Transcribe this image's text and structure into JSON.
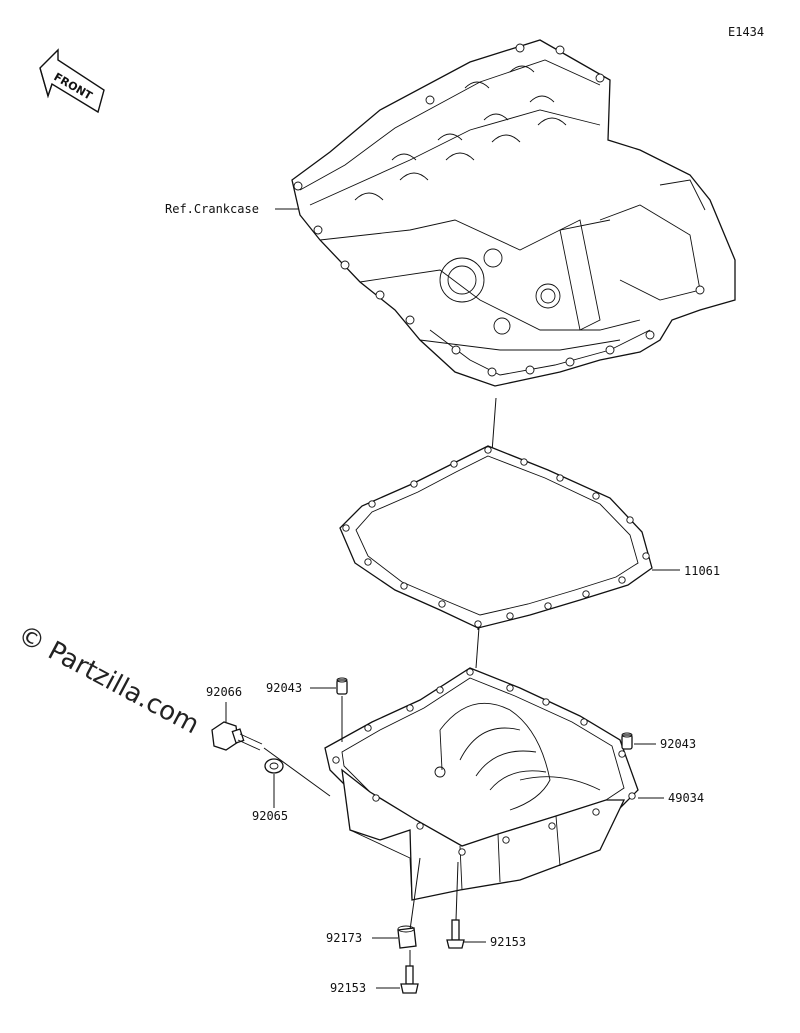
{
  "diagram_id": "E1434",
  "front_label": "FRONT",
  "watermark": "© Partzilla.com",
  "callouts": {
    "crankcase": "Ref.Crankcase",
    "gasket": "11061",
    "oil_pan": "49034",
    "drain_bolt": "92066",
    "washer": "92065",
    "dowel_left": "92043",
    "dowel_right": "92043",
    "nozzle": "92173",
    "bolt_right": "92153",
    "bolt_bottom": "92153"
  }
}
